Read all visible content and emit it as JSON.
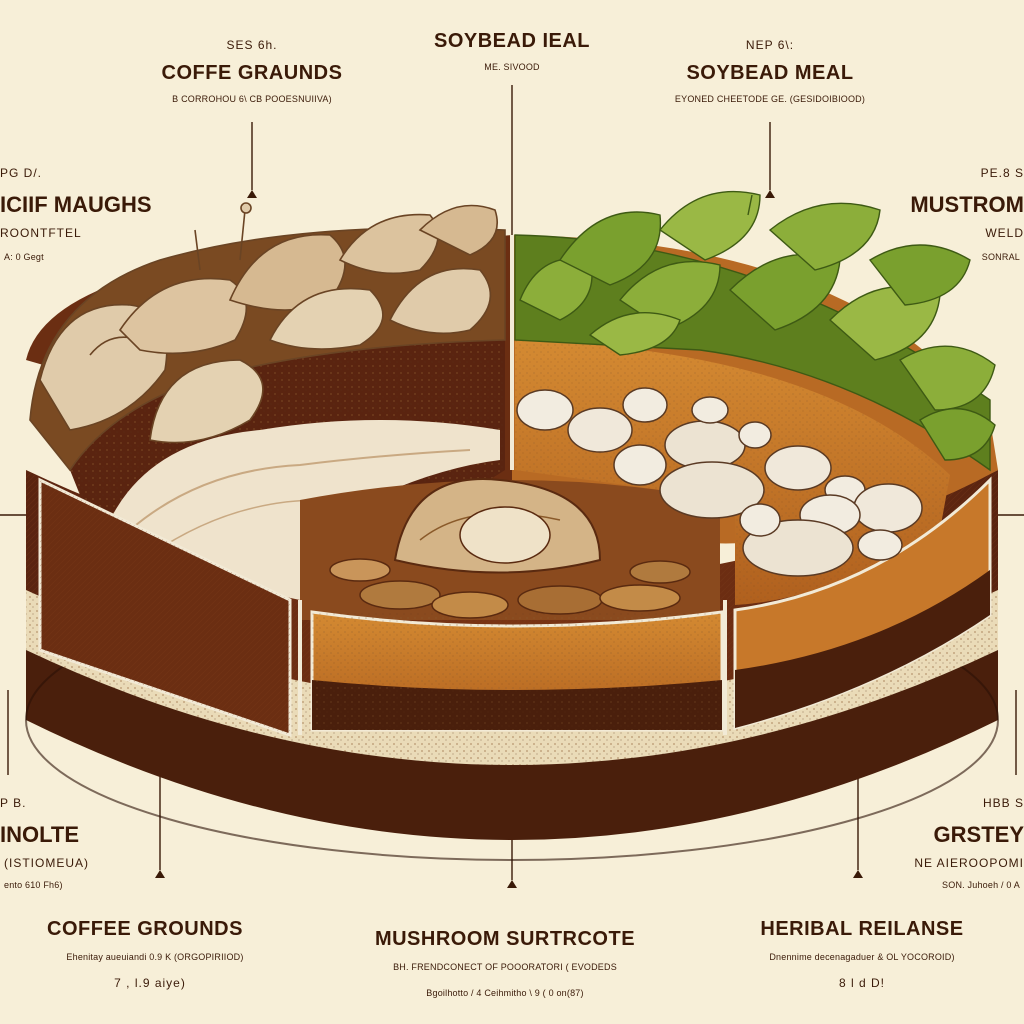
{
  "labels": {
    "top_center": {
      "title": "SOYBEAD IEAL",
      "sub": "ME. SIVOOD"
    },
    "top_left": {
      "code": "SES 6h.",
      "title": "COFFE GRAUNDS",
      "sub": "B CORROHOU 6\\ CB POOESNUIIVA)"
    },
    "top_right": {
      "code": "NEP 6\\:",
      "title": "SOYBEAD MEAL",
      "sub": "EYONED CHEETODE GE. (GESIDOIBIOOD)"
    },
    "left_upper": {
      "code": "PG D/.",
      "title": "ICIIF MAUGHS",
      "sub": "ROONTFTEL",
      "extra": "A: 0 Gegt"
    },
    "right_upper": {
      "code": "PE.8 S",
      "title": "MUSTROM",
      "sub": "WELD",
      "extra": "SONRAL"
    },
    "left_lower": {
      "code": "P B.",
      "title": "INOLTE",
      "sub": "(ISTIOMEUA)",
      "extra": "ento 610 Fh6)"
    },
    "right_lower": {
      "code": "HBB S",
      "title": "GRSTEY",
      "sub": "NE AIEROOPOMI",
      "extra": "SON. Juhoeh / 0 A"
    },
    "bottom_left": {
      "title": "COFFEE GROUNDS",
      "sub": "Ehenitay aueuiandi 0.9 K (ORGOPIRIIOD)",
      "extra": "7 , l.9 aiye)"
    },
    "bottom_center": {
      "title": "MUSHROOM SURTRCOTE",
      "sub": "BH. FRENDCONECT OF POOORATORI ( EVODEDS",
      "extra": "Bgoilhotto / 4 Ceihmitho \\ 9 ( 0 on(87)"
    },
    "bottom_right": {
      "title": "HERIBAL REILANSE",
      "sub": "Dnennime decenagaduer & OL YOCOROID)",
      "extra": "8 l d D!"
    }
  },
  "colors": {
    "background": "#f7efd8",
    "ink": "#3a1a08",
    "dark_soil": "#4a1f0c",
    "coffee_soil": "#6b2e12",
    "orange_layer": "#c7782a",
    "cream_band": "#eadbb8",
    "leaf_green": "#8cae3a",
    "mushroom_white": "#f2ece0",
    "oyster_tan": "#d9c2a0"
  },
  "icons": [
    "oyster-mushroom-cluster",
    "green-leaf-cluster",
    "button-mushroom-cluster",
    "sliced-mushroom-pile"
  ]
}
